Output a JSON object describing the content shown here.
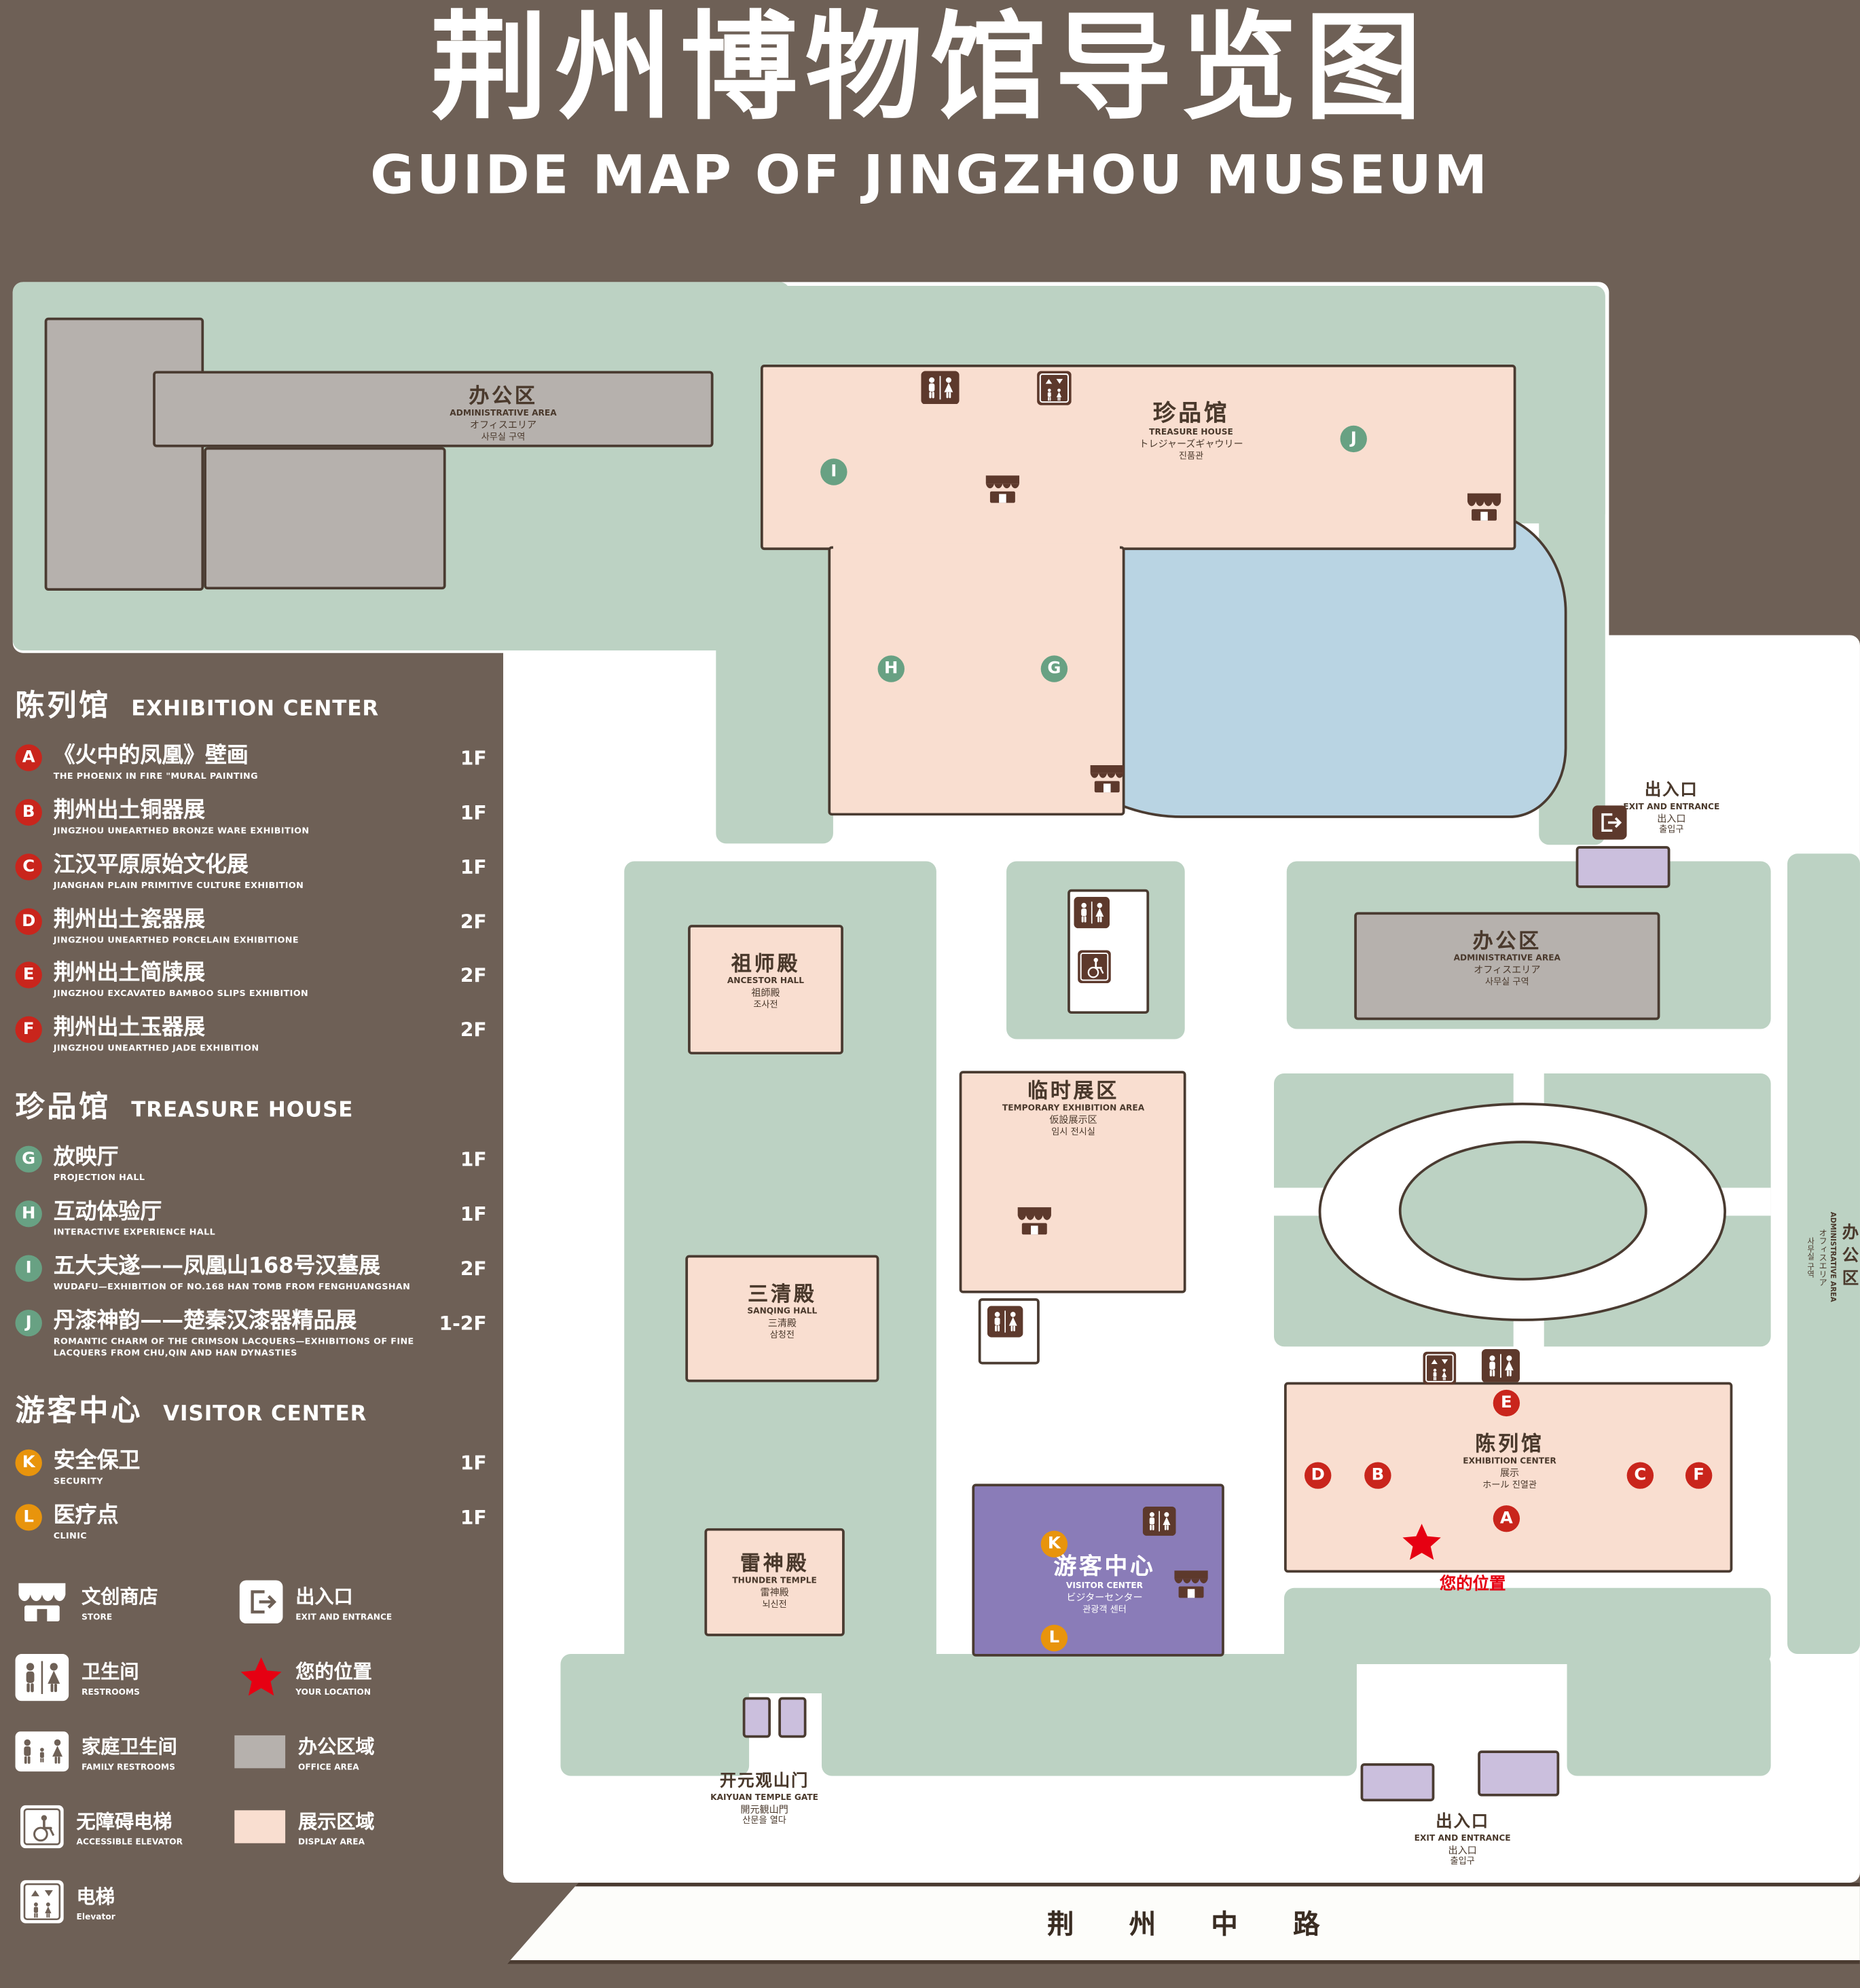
{
  "colors": {
    "background": "#6e6056",
    "map_green": "#bcd2c3",
    "display_pink": "#f9ded0",
    "office_gray": "#b6b1ad",
    "pond_blue": "#b9d4e3",
    "visitor_purple": "#8a7cb8",
    "gate_purple": "#cbbfdd",
    "marker_red": "#c9251c",
    "marker_green": "#68a183",
    "marker_orange": "#e8940c",
    "icon_brown": "#5d392c",
    "location_red": "#e60012"
  },
  "header": {
    "title_zh": "荆州博物馆导览图",
    "title_en": "GUIDE MAP OF JINGZHOU MUSEUM"
  },
  "legend": {
    "sections": [
      {
        "title_zh": "陈列馆",
        "title_en": "EXHIBITION CENTER",
        "items": [
          {
            "letter": "A",
            "zh": "《火中的凤凰》壁画",
            "en": "THE PHOENIX IN FIRE \"MURAL PAINTING",
            "floor": "1F"
          },
          {
            "letter": "B",
            "zh": "荆州出土铜器展",
            "en": "JINGZHOU UNEARTHED BRONZE WARE EXHIBITION",
            "floor": "1F"
          },
          {
            "letter": "C",
            "zh": "江汉平原原始文化展",
            "en": "JIANGHAN PLAIN PRIMITIVE CULTURE EXHIBITION",
            "floor": "1F"
          },
          {
            "letter": "D",
            "zh": "荆州出土瓷器展",
            "en": "JINGZHOU UNEARTHED PORCELAIN EXHIBITIONE",
            "floor": "2F"
          },
          {
            "letter": "E",
            "zh": "荆州出土简牍展",
            "en": "JINGZHOU EXCAVATED BAMBOO SLIPS EXHIBITION",
            "floor": "2F"
          },
          {
            "letter": "F",
            "zh": "荆州出土玉器展",
            "en": "JINGZHOU UNEARTHED JADE EXHIBITION",
            "floor": "2F"
          }
        ]
      },
      {
        "title_zh": "珍品馆",
        "title_en": "TREASURE HOUSE",
        "items": [
          {
            "letter": "G",
            "zh": "放映厅",
            "en": "PROJECTION HALL",
            "floor": "1F"
          },
          {
            "letter": "H",
            "zh": "互动体验厅",
            "en": "INTERACTIVE EXPERIENCE HALL",
            "floor": "1F"
          },
          {
            "letter": "I",
            "zh": "五大夫遂——凤凰山168号汉墓展",
            "en": "WUDAFU—EXHIBITION OF NO.168 HAN TOMB FROM FENGHUANGSHAN",
            "floor": "2F"
          },
          {
            "letter": "J",
            "zh": "丹漆神韵——楚秦汉漆器精品展",
            "en": "ROMANTIC CHARM OF THE CRIMSON LACQUERS—EXHIBITIONS OF FINE LACQUERS FROM CHU,QIN AND HAN DYNASTIES",
            "floor": "1-2F"
          }
        ]
      },
      {
        "title_zh": "游客中心",
        "title_en": "VISITOR CENTER",
        "items": [
          {
            "letter": "K",
            "zh": "安全保卫",
            "en": "SECURITY",
            "floor": "1F"
          },
          {
            "letter": "L",
            "zh": "医疗点",
            "en": "CLINIC",
            "floor": "1F"
          }
        ]
      }
    ],
    "symbols": [
      {
        "icon": "store-icon",
        "zh": "文创商店",
        "en": "STORE"
      },
      {
        "icon": "exit-icon",
        "zh": "出入口",
        "en": "EXIT AND ENTRANCE"
      },
      {
        "icon": "restroom-icon",
        "zh": "卫生间",
        "en": "RESTROOMS"
      },
      {
        "icon": "location-star-icon",
        "zh": "您的位置",
        "en": "YOUR LOCATION"
      },
      {
        "icon": "family-restroom-icon",
        "zh": "家庭卫生间",
        "en": "FAMILY RESTROOMS"
      },
      {
        "icon": "office-area-swatch",
        "zh": "办公区域",
        "en": "OFFICE AREA"
      },
      {
        "icon": "accessible-elevator-icon",
        "zh": "无障碍电梯",
        "en": "ACCESSIBLE ELEVATOR"
      },
      {
        "icon": "display-area-swatch",
        "zh": "展示区域",
        "en": "DISPLAY AREA"
      },
      {
        "icon": "elevator-icon",
        "zh": "电梯",
        "en": "Elevator"
      }
    ]
  },
  "map": {
    "labels": {
      "admin_top": {
        "l1": "办公区",
        "l2": "ADMINISTRATIVE AREA",
        "l3": "オフィスエリア",
        "l4": "사무실 구역"
      },
      "treasure_house": {
        "l1": "珍品馆",
        "l2": "TREASURE HOUSE",
        "l3": "トレジャーズギャウリー",
        "l4": "진품관"
      },
      "exit_top": {
        "l1": "出入口",
        "l2": "EXIT AND ENTRANCE",
        "l3": "出入口",
        "l4": "출입구"
      },
      "ancestor_hall": {
        "l1": "祖师殿",
        "l2": "ANCESTOR HALL",
        "l3": "祖師殿",
        "l4": "조사전"
      },
      "admin_center": {
        "l1": "办公区",
        "l2": "ADMINISTRATIVE AREA",
        "l3": "オフィスエリア",
        "l4": "사무실 구역"
      },
      "temporary_area": {
        "l1": "临时展区",
        "l2": "TEMPORARY EXHIBITION AREA",
        "l3": "仮設展示区",
        "l4": "임시 전시실"
      },
      "sanqing_hall": {
        "l1": "三清殿",
        "l2": "SANQING HALL",
        "l3": "三清殿",
        "l4": "삼청전"
      },
      "thunder_temple": {
        "l1": "雷神殿",
        "l2": "THUNDER TEMPLE",
        "l3": "雷神殿",
        "l4": "뇌신전"
      },
      "visitor_center": {
        "l1": "游客中心",
        "l2": "VISITOR CENTER",
        "l3": "ビジターセンター",
        "l4": "관광객 센터"
      },
      "exhibition_center": {
        "l1": "陈列馆",
        "l2": "EXHIBITION CENTER",
        "l3": "展示",
        "l4": "ホール 진열관"
      },
      "gate": {
        "l1": "开元观山门",
        "l2": "KAIYUAN TEMPLE GATE",
        "l3": "開元観山門",
        "l4": "산문을 열다"
      },
      "exit_bottom": {
        "l1": "出入口",
        "l2": "EXIT AND ENTRANCE",
        "l3": "出入口",
        "l4": "출입구"
      },
      "admin_right": {
        "l1": "办公区",
        "l2": "ADMINISTRATIVE AREA",
        "l3": "オフィスエリア",
        "l4": "사무실 구역"
      },
      "your_location": "您的位置",
      "road": "荆 州 中 路"
    },
    "markers": {
      "A": "A",
      "B": "B",
      "C": "C",
      "D": "D",
      "E": "E",
      "F": "F",
      "G": "G",
      "H": "H",
      "I": "I",
      "J": "J",
      "K": "K",
      "L": "L"
    }
  }
}
